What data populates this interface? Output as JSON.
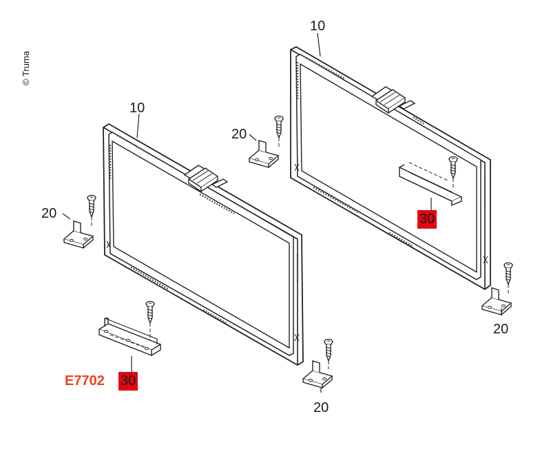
{
  "copyright": "© Truma",
  "drawing_code": "E7702",
  "accent_color": "#e30613",
  "code_color": "#e8431a",
  "labels": {
    "frame_left": "10",
    "frame_right": "10",
    "clip_left": "20",
    "clip_top_mid": "20",
    "clip_bottom_mid": "20",
    "clip_right": "20",
    "rail_left": "30",
    "rail_right": "30"
  },
  "icons": [
    "frame",
    "buckle",
    "mounting-clip",
    "screw",
    "rail"
  ]
}
